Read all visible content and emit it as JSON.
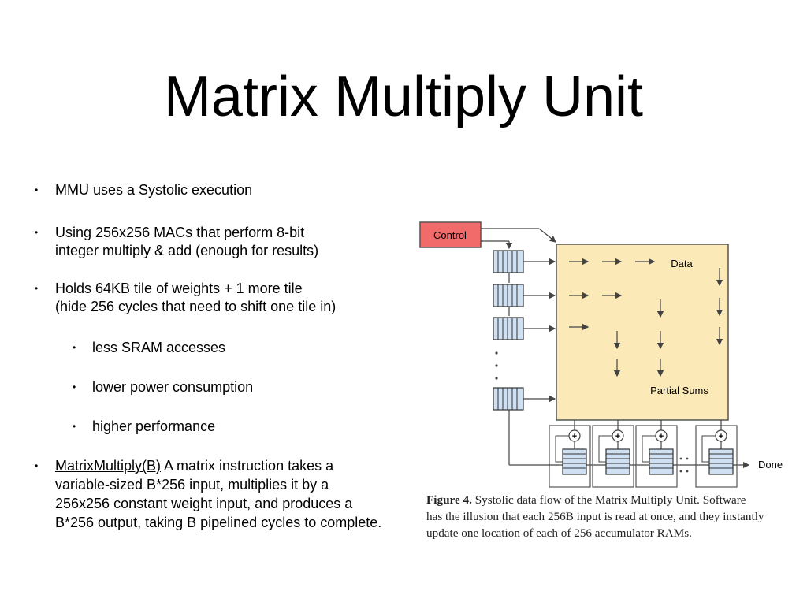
{
  "slide": {
    "title": "Matrix Multiply Unit",
    "bullet_glyph": "•",
    "bullets": [
      {
        "lines": [
          "MMU uses a Systolic execution"
        ]
      },
      {
        "lines": [
          "Using 256x256 MACs that perform 8-bit",
          "integer multiply & add (enough for results)"
        ]
      },
      {
        "lines": [
          "Holds 64KB tile of weights + 1 more tile",
          "(hide 256 cycles that need to shift one tile in)"
        ]
      }
    ],
    "sub_bullets": [
      "less SRAM accesses",
      "lower power consumption",
      "higher performance"
    ],
    "last_bullet": {
      "link": "MatrixMultiply(B)",
      "line1_rest": " A matrix instruction takes a",
      "lines": [
        "variable-sized B*256 input, multiplies it by a",
        "256x256 constant weight input, and produces a",
        "B*256 output, taking B pipelined cycles to complete."
      ]
    }
  },
  "figure": {
    "control_label": "Control",
    "data_label": "Data",
    "partial_sums_label": "Partial Sums",
    "done_label": "Done",
    "plus_sign": "+",
    "colors": {
      "control": "#f26b6b",
      "array": "#fbe9b8",
      "fifo": "#cfe0f2",
      "line": "#444444"
    },
    "caption": {
      "label": "Figure 4.",
      "lines": [
        " Systolic data flow of the Matrix Multiply Unit. Software",
        "has the illusion that each 256B input is read at once, and they instantly",
        "update one location of each of 256 accumulator RAMs."
      ]
    }
  }
}
